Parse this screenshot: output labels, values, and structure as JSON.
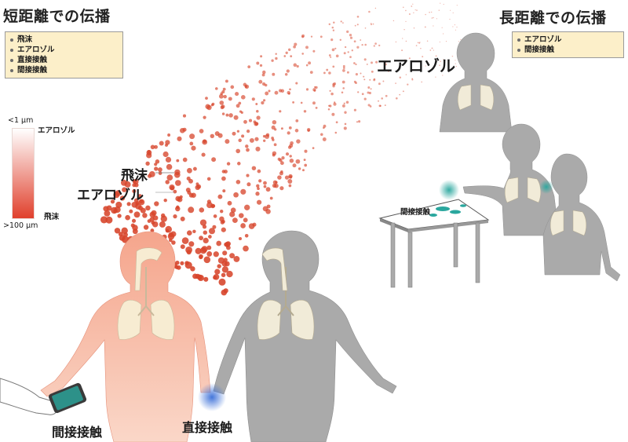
{
  "titles": {
    "short_range": "短距離での伝播",
    "long_range": "長距離での伝播"
  },
  "short_legend": [
    "飛沫",
    "エアロゾル",
    "直接接触",
    "間接接触"
  ],
  "long_legend": [
    "エアロゾル",
    "間接接触"
  ],
  "scale": {
    "top": "<1 µm",
    "bottom": ">100 µm",
    "top_label": "エアロゾル",
    "bottom_label": "飛沫"
  },
  "cloud_labels": {
    "droplet": "飛沫",
    "aerosol": "エアロゾル",
    "aerosol_long": "エアロゾル"
  },
  "contact_labels": {
    "indirect": "間接接触",
    "direct": "直接接触",
    "table": "間接接触"
  },
  "colors": {
    "infected": "#f2a48a",
    "healthy": "#aaaaaa",
    "lung": "#f7ecd2",
    "droplet": "#d7452b",
    "contact_blue": "#3a6fd8",
    "contact_teal": "#2aa79e",
    "legend_bg": "#fcefc9"
  }
}
